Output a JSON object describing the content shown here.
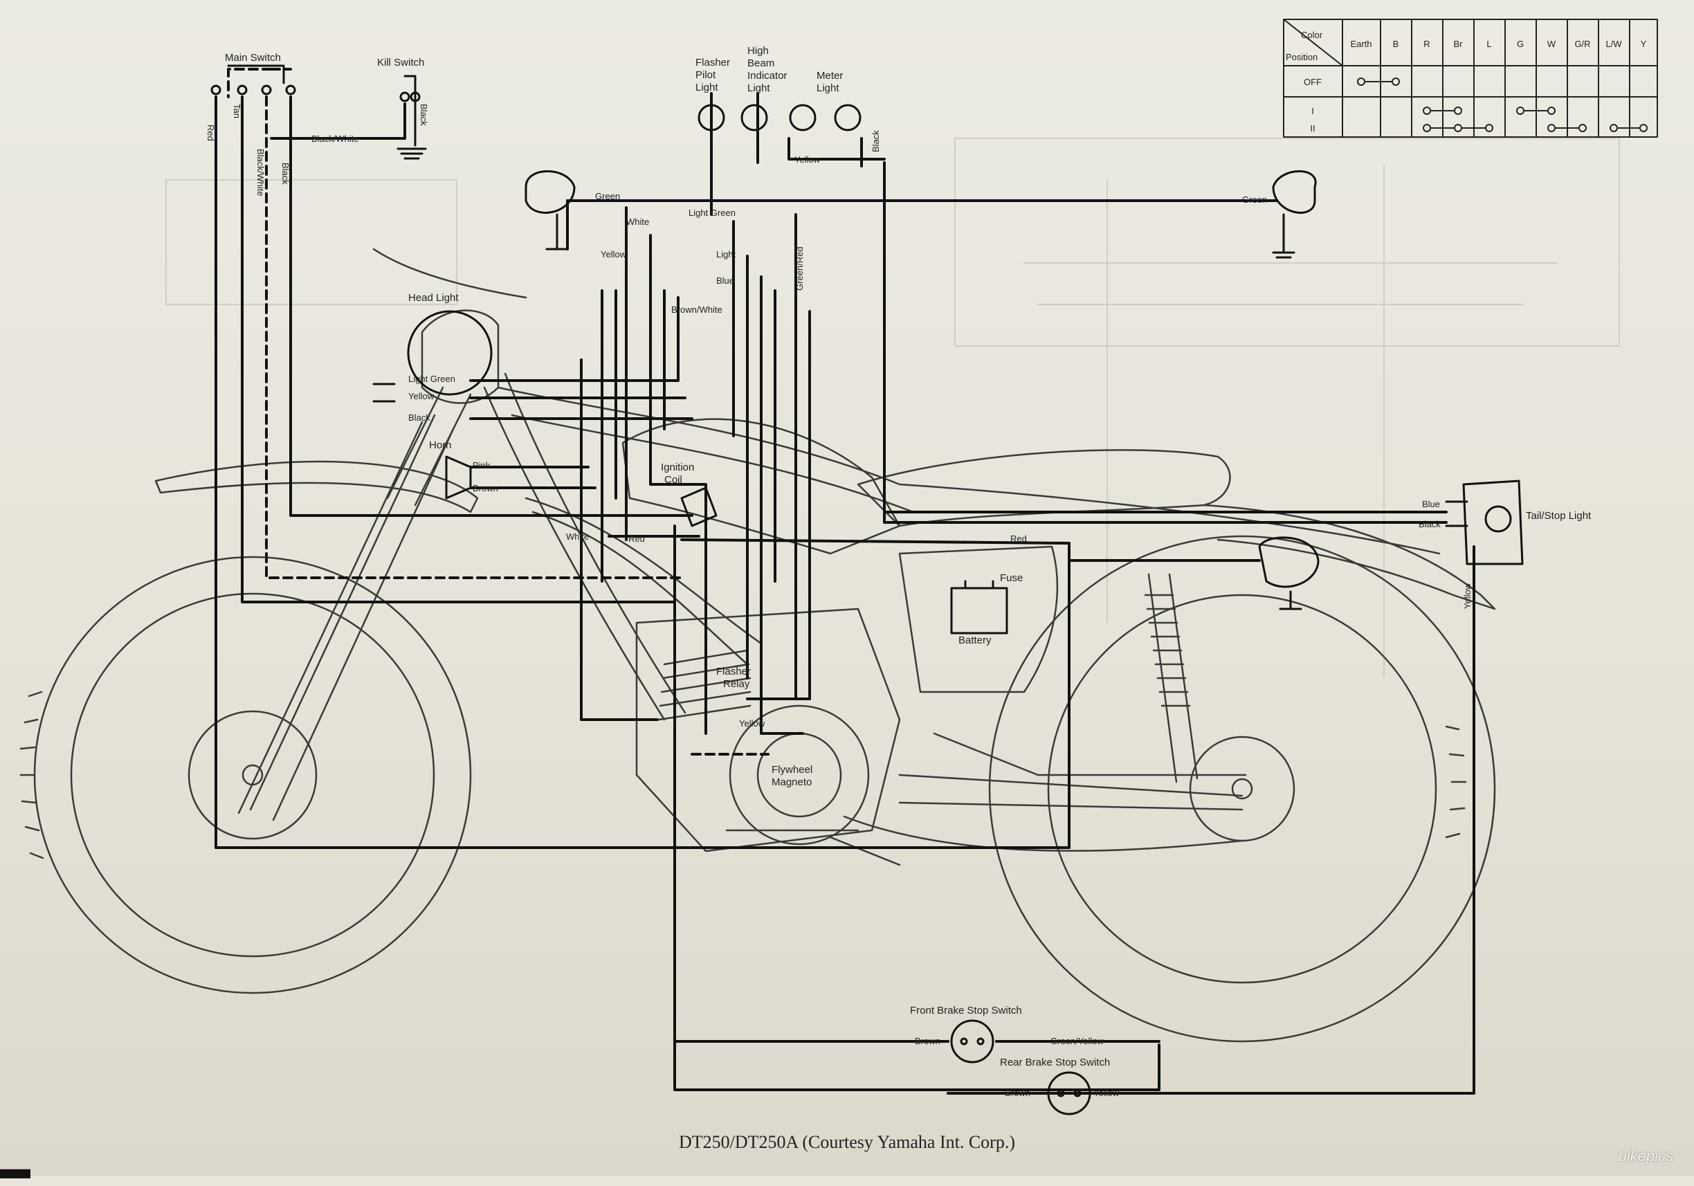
{
  "labels": {
    "main_switch": "Main Switch",
    "kill_switch": "Kill Switch",
    "head_light": "Head Light",
    "horn": "Horn",
    "flasher_pilot_light": [
      "Flasher",
      "Pilot",
      "Light"
    ],
    "high_beam_indicator_light": [
      "High",
      "Beam",
      "Indicator",
      "Light"
    ],
    "meter_light": [
      "Meter",
      "Light"
    ],
    "ignition_coil": [
      "Ignition",
      "Coil"
    ],
    "fuse": "Fuse",
    "battery": "Battery",
    "flasher_relay": [
      "Flasher",
      "Relay"
    ],
    "flywheel_magneto": [
      "Flywheel",
      "Magneto"
    ],
    "tail_stop_light": "Tail/Stop Light",
    "front_brake_stop_switch": "Front Brake Stop Switch",
    "rear_brake_stop_switch": "Rear Brake Stop Switch"
  },
  "wire_labels": {
    "red": "Red",
    "tan": "Tan",
    "black_white": "Black/White",
    "black": "Black",
    "green": "Green",
    "white": "White",
    "light_green": "Light Green",
    "yellow": "Yellow",
    "light": "Light",
    "blue": "Blue",
    "brown_white": "Brown/White",
    "brown": "Brown",
    "pink": "Pink",
    "green_red": "Green/Red",
    "green_yellow": "Green/Yellow"
  },
  "switch_table": {
    "corner_top": "Color",
    "corner_bottom": "Position",
    "columns": [
      "Earth",
      "B",
      "R",
      "Br",
      "L",
      "G",
      "W",
      "G/R",
      "L/W",
      "Y"
    ],
    "rows": [
      {
        "position": "OFF",
        "links": [
          [
            0,
            1
          ]
        ]
      },
      {
        "position": "I",
        "links": [
          [
            2,
            3
          ],
          [
            5,
            6
          ]
        ]
      },
      {
        "position": "II",
        "links": [
          [
            2,
            3,
            4
          ],
          [
            6,
            7
          ],
          [
            8,
            9
          ]
        ]
      }
    ]
  },
  "caption": "DT250/DT250A (Courtesy Yamaha Int. Corp.)",
  "watermark": "bikepics"
}
